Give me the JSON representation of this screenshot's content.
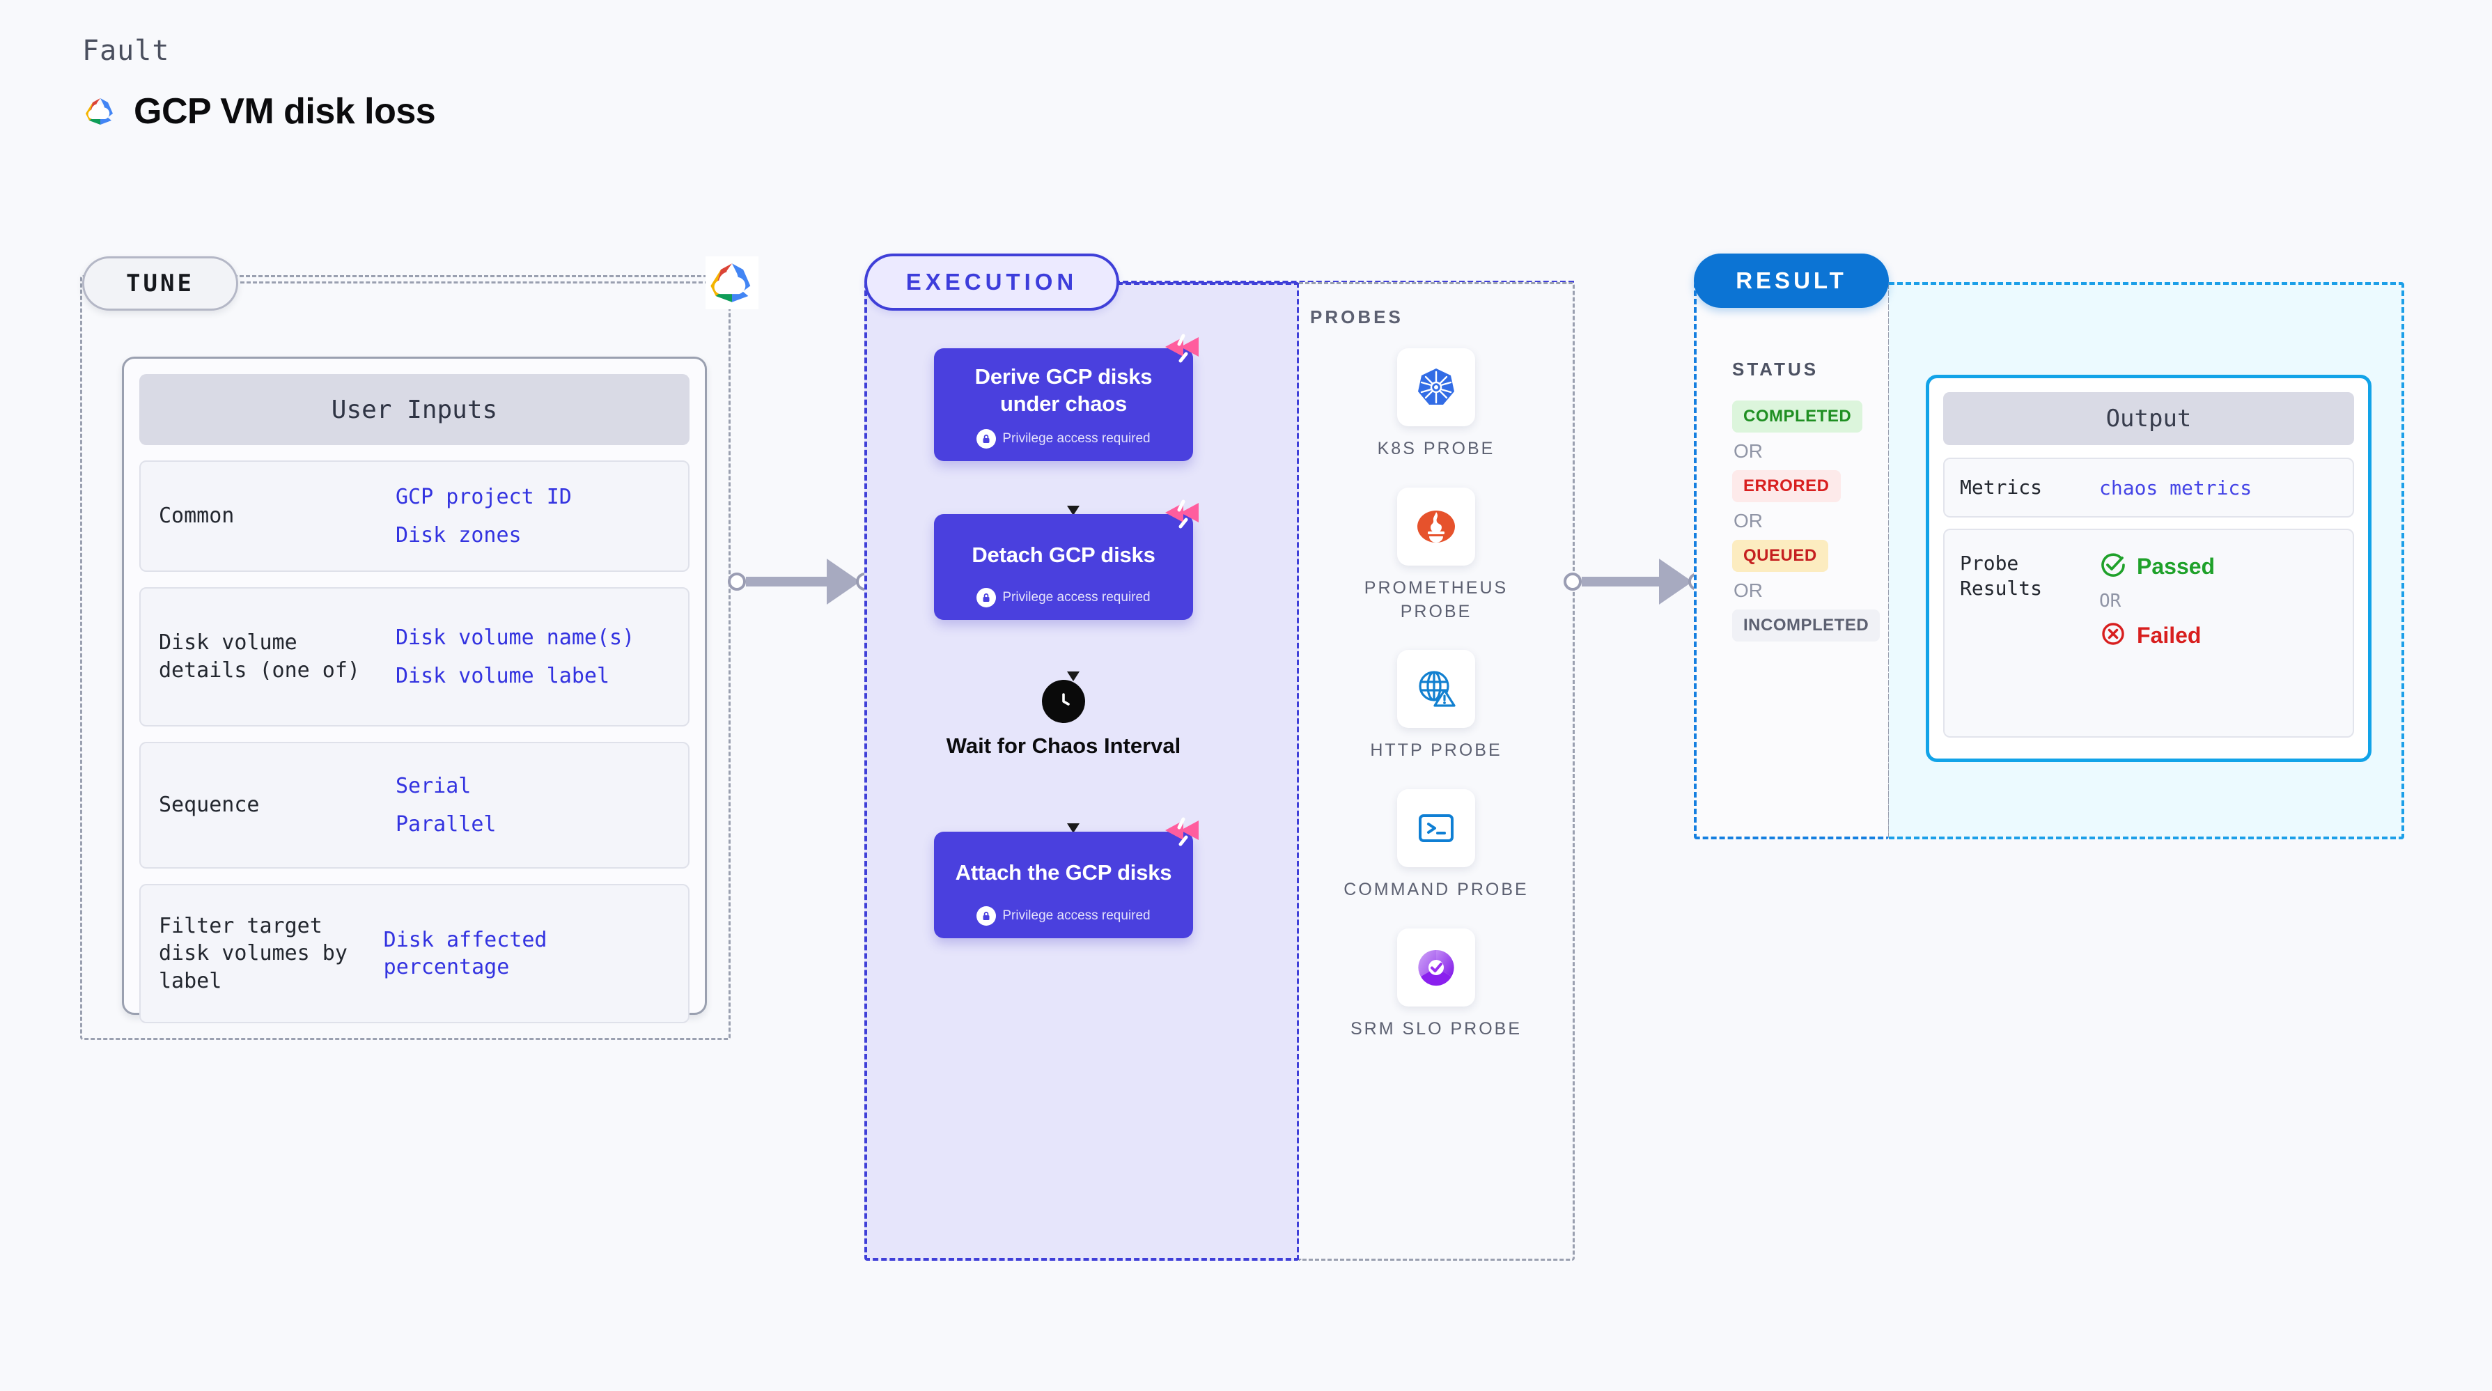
{
  "header": {
    "eyebrow": "Fault",
    "title": "GCP VM disk loss",
    "logo_icon": "gcp-cloud-logo"
  },
  "tune": {
    "badge": "TUNE",
    "provider_icon": "gcp-cloud-logo",
    "card_title": "User Inputs",
    "rows": [
      {
        "key": "Common",
        "values": [
          "GCP project ID",
          "Disk zones"
        ]
      },
      {
        "key": "Disk volume details (one of)",
        "values": [
          "Disk volume name(s)",
          "Disk volume label"
        ]
      },
      {
        "key": "Sequence",
        "values": [
          "Serial",
          "Parallel"
        ]
      },
      {
        "key": "Filter target disk volumes by label",
        "values": [
          "Disk affected percentage"
        ]
      }
    ]
  },
  "execution": {
    "badge": "EXECUTION",
    "privilege_text": "Privilege access required",
    "nodes": [
      {
        "title": "Derive GCP disks under chaos",
        "privileged": true
      },
      {
        "title": "Detach GCP disks",
        "privileged": true
      }
    ],
    "wait": {
      "label": "Wait for Chaos Interval",
      "icon": "clock-icon"
    },
    "final_node": {
      "title": "Attach the GCP disks",
      "privileged": true
    }
  },
  "probes": {
    "title": "PROBES",
    "items": [
      {
        "label": "K8S PROBE",
        "icon": "kubernetes-icon"
      },
      {
        "label": "PROMETHEUS PROBE",
        "icon": "prometheus-icon"
      },
      {
        "label": "HTTP PROBE",
        "icon": "globe-warning-icon"
      },
      {
        "label": "COMMAND PROBE",
        "icon": "terminal-icon"
      },
      {
        "label": "SRM SLO PROBE",
        "icon": "srm-slo-icon"
      }
    ]
  },
  "result": {
    "badge": "RESULT",
    "status_label": "STATUS",
    "or_text": "OR",
    "statuses": [
      {
        "label": "COMPLETED",
        "bg": "#dcf5dc",
        "fg": "#1f8f22"
      },
      {
        "label": "ERRORED",
        "bg": "#fdeaea",
        "fg": "#d81f1f"
      },
      {
        "label": "QUEUED",
        "bg": "#fcecc0",
        "fg": "#c51f1f"
      },
      {
        "label": "INCOMPLETED",
        "bg": "#f0f1f6",
        "fg": "#5c6071"
      }
    ],
    "output": {
      "title": "Output",
      "metrics_key": "Metrics",
      "metrics_value": "chaos metrics",
      "probe_results_key": "Probe Results",
      "passed_label": "Passed",
      "failed_label": "Failed",
      "or_text": "OR",
      "passed_color": "#1fa12a",
      "failed_color": "#d81f1f"
    }
  },
  "colors": {
    "accent_indigo": "#4a40de",
    "accent_blue": "#0c74d4",
    "accent_cyan": "#12a3e8",
    "pink_mark": "#ff5d9e",
    "mono_blue": "#3333e0",
    "panel_gray": "#9aa0b0"
  }
}
